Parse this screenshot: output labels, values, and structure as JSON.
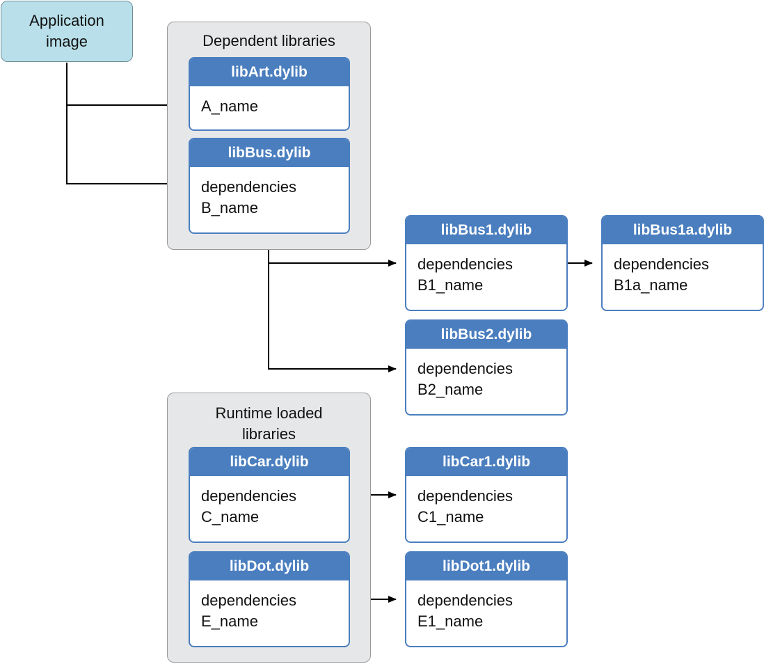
{
  "app_image": {
    "label_line1": "Application",
    "label_line2": "image"
  },
  "groups": {
    "dependent": {
      "title": "Dependent libraries"
    },
    "runtime": {
      "title_line1": "Runtime loaded",
      "title_line2": "libraries"
    }
  },
  "libs": {
    "libArt": {
      "name": "libArt.dylib",
      "lines": [
        "A_name"
      ]
    },
    "libBus": {
      "name": "libBus.dylib",
      "lines": [
        "dependencies",
        "B_name"
      ]
    },
    "libBus1": {
      "name": "libBus1.dylib",
      "lines": [
        "dependencies",
        "B1_name"
      ]
    },
    "libBus1a": {
      "name": "libBus1a.dylib",
      "lines": [
        "dependencies",
        "B1a_name"
      ]
    },
    "libBus2": {
      "name": "libBus2.dylib",
      "lines": [
        "dependencies",
        "B2_name"
      ]
    },
    "libCar": {
      "name": "libCar.dylib",
      "lines": [
        "dependencies",
        "C_name"
      ]
    },
    "libCar1": {
      "name": "libCar1.dylib",
      "lines": [
        "dependencies",
        "C1_name"
      ]
    },
    "libDot": {
      "name": "libDot.dylib",
      "lines": [
        "dependencies",
        "E_name"
      ]
    },
    "libDot1": {
      "name": "libDot1.dylib",
      "lines": [
        "dependencies",
        "E1_name"
      ]
    }
  },
  "colors": {
    "header_blue": "#4a7ebf",
    "app_fill": "#b9e0ea",
    "group_fill": "#e6e7e8",
    "arrow": "#000000"
  }
}
